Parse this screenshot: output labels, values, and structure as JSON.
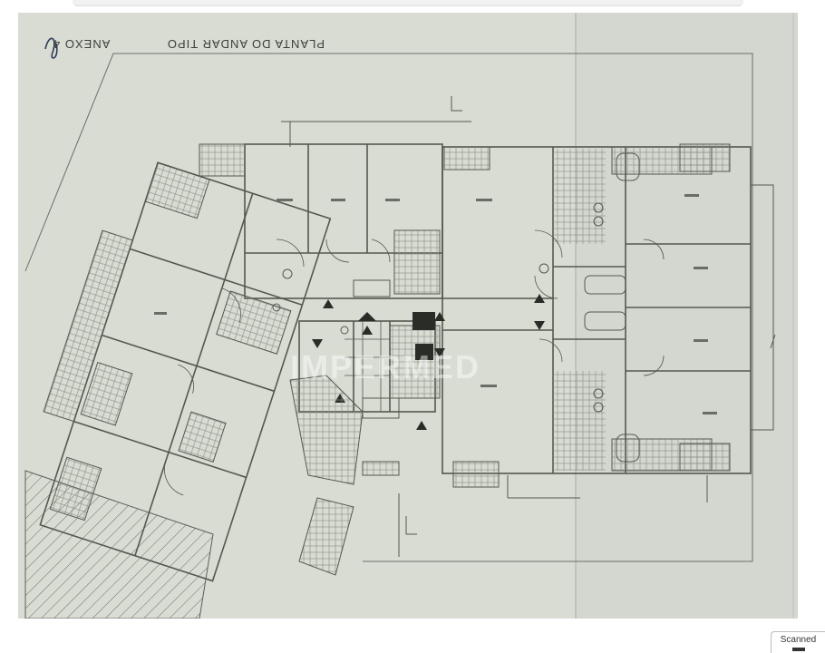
{
  "drawing": {
    "title": "PLANTA DO ANDAR TIPO",
    "annex": "ANEXO 4",
    "watermark": "IMPERMED"
  },
  "badge": {
    "label": "Scanned"
  },
  "colors": {
    "paper": "#d8dcd3",
    "paper_right": "#d4d8d0",
    "lines": "#5c5f58",
    "tiles": "#8a8d86"
  }
}
